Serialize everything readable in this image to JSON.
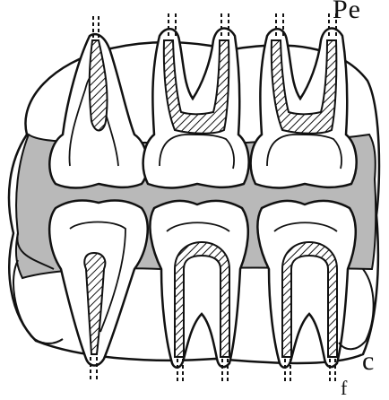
{
  "figure": {
    "clipped_text": {
      "top_right": "Pe",
      "bottom_right": "c",
      "bottom_edge": "f"
    },
    "colors": {
      "ink": "#111111",
      "fill": "#ffffff",
      "gum": "#b9b9b9"
    }
  }
}
